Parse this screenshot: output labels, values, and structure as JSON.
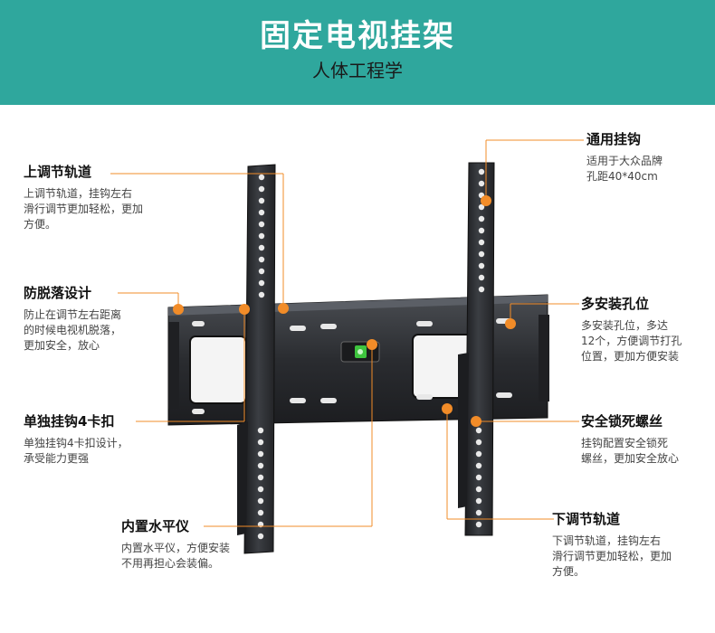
{
  "header": {
    "title": "固定电视挂架",
    "subtitle": "人体工程学"
  },
  "colors": {
    "banner": "#2fa79d",
    "marker": "#f28c28",
    "bracket": "#2a2c30"
  },
  "callouts": {
    "upper_rail": {
      "title": "上调节轨道",
      "desc": "上调节轨道，挂钩左右\n滑行调节更加轻松，更加\n方便。"
    },
    "anti_drop": {
      "title": "防脱落设计",
      "desc": "防止在调节左右距离\n的时候电视机脱落，\n更加安全，放心"
    },
    "single_hook": {
      "title": "单独挂钩4卡扣",
      "desc": "单独挂钩4卡扣设计，\n承受能力更强"
    },
    "level": {
      "title": "内置水平仪",
      "desc": "内置水平仪，方便安装\n不用再担心会装偏。"
    },
    "universal_hook": {
      "title": "通用挂钩",
      "desc": "适用于大众品牌\n孔距40*40cm"
    },
    "multi_holes": {
      "title": "多安装孔位",
      "desc": "多安装孔位，多达\n12个，方便调节打孔\n位置，更加方便安装"
    },
    "lock_screw": {
      "title": "安全锁死螺丝",
      "desc": "挂钩配置安全锁死\n螺丝，更加安全放心"
    },
    "lower_rail": {
      "title": "下调节轨道",
      "desc": "下调节轨道，挂钩左右\n滑行调节更加轻松，更加\n方便。"
    }
  }
}
